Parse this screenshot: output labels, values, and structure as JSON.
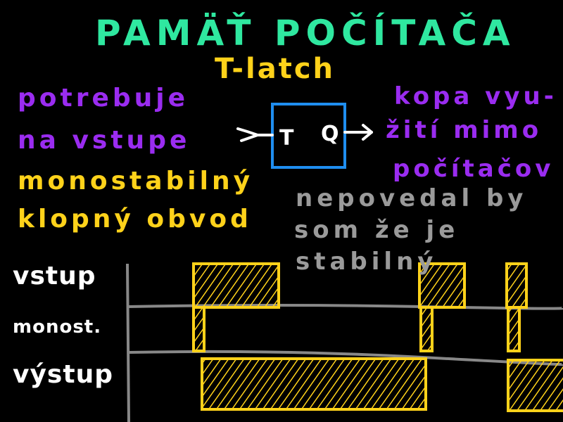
{
  "title": "PAMÄŤ POČÍTAČA",
  "subtitle": "T-latch",
  "left_note": [
    "potrebuje",
    "na vstupe",
    "monostabilný",
    "klopný obvod"
  ],
  "right_note": [
    "kopa vyu-",
    "žití mimo",
    "počítačov"
  ],
  "gray_note": [
    "nepovedal by",
    "som že je",
    "stabilný"
  ],
  "latch": {
    "input": "T",
    "output": "Q"
  },
  "signals": [
    "vstup",
    "monost.",
    "výstup"
  ],
  "colors": {
    "title": "#2fe8a0",
    "yellow": "#ffd21a",
    "purple": "#9a2cf0",
    "gray": "#9a9a9a",
    "blue": "#1f8ef0",
    "white": "#ffffff"
  }
}
